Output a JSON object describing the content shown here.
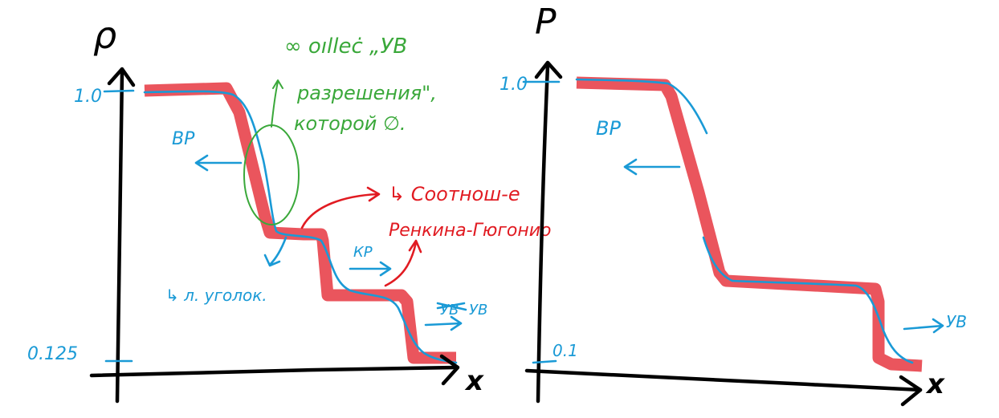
{
  "colors": {
    "axes": "#000000",
    "solution_curve": "#1a9ad6",
    "step_approximation": "#e8474f",
    "annotation_green": "#3aa83a",
    "annotation_red": "#e11b22",
    "annotation_blue": "#1a9ad6"
  },
  "left_plot": {
    "y_axis_label": "ρ",
    "x_axis_label": "x",
    "tick_top": "1.0",
    "tick_bottom": "0.125",
    "label_rarefaction": "ВР",
    "label_contact": "КР",
    "label_shock": "УВ",
    "label_shock_strike": "УВ",
    "note_blue": "↳ л. уголок.",
    "note_green_line1": "∞ oılleċ „УВ",
    "note_green_line2": "разрешения\",",
    "note_green_line3": "которой ∅.",
    "note_red_line1": "↳ Соотнош-е",
    "note_red_line2": "Ренкина-Гюгонио"
  },
  "right_plot": {
    "y_axis_label": "P",
    "x_axis_label": "x",
    "tick_top": "1.0",
    "tick_bottom": "0.1",
    "label_rarefaction": "ВР",
    "label_shock": "УВ"
  }
}
